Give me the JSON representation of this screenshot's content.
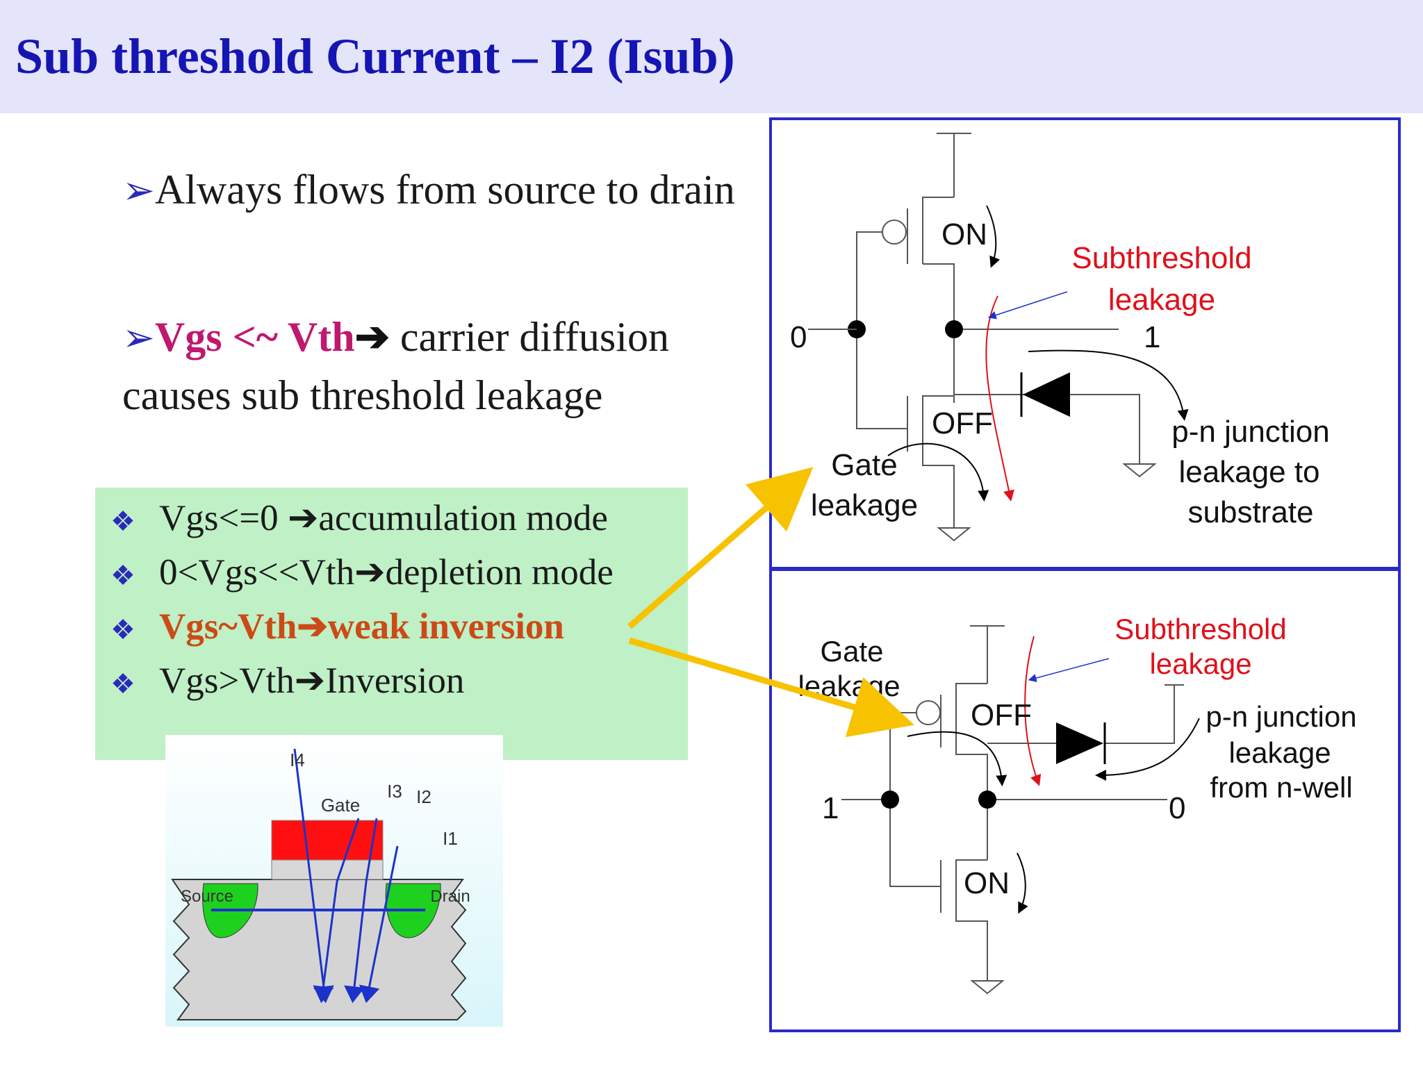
{
  "title": "Sub threshold Current – I2 (Isub)",
  "bullets": {
    "b1": "Always flows from source to drain",
    "b2_emph": "Vgs <~ Vth",
    "b2_rest": " carrier diffusion causes sub threshold leakage"
  },
  "modes": [
    {
      "pre": "Vgs<=0 ",
      "post": "accumulation mode"
    },
    {
      "pre": "0<Vgs<<Vth",
      "post": "depletion mode"
    },
    {
      "pre": "Vgs~Vth",
      "post": "weak inversion"
    },
    {
      "pre": "Vgs>Vth",
      "post": "Inversion"
    }
  ],
  "mosfet": {
    "gate": "Gate",
    "source": "Source",
    "drain": "Drain",
    "i4": "I4",
    "i3": "I3",
    "i2": "I2",
    "i1": "I1"
  },
  "top_circuit": {
    "on": "ON",
    "off": "OFF",
    "in_value": "0",
    "out_value": "1",
    "subthreshold_1": "Subthreshold",
    "subthreshold_2": "leakage",
    "pn_1": "p-n junction",
    "pn_2": "leakage to",
    "pn_3": "substrate",
    "gate_1": "Gate",
    "gate_2": "leakage"
  },
  "bottom_circuit": {
    "on": "ON",
    "off": "OFF",
    "in_value": "1",
    "out_value": "0",
    "subthreshold_1": "Subthreshold",
    "subthreshold_2": "leakage",
    "pn_1": "p-n junction",
    "pn_2": "leakage",
    "pn_3": "from n-well",
    "gate_1": "Gate",
    "gate_2": "leakage"
  },
  "colors": {
    "title": "#1515b4",
    "emphasis": "#c0186e",
    "weak_inversion": "#cc4a16",
    "green_box": "#bff0c6",
    "frame": "#2a2acc",
    "red_label": "#e0101a",
    "arrow_yellow": "#f7c200"
  }
}
